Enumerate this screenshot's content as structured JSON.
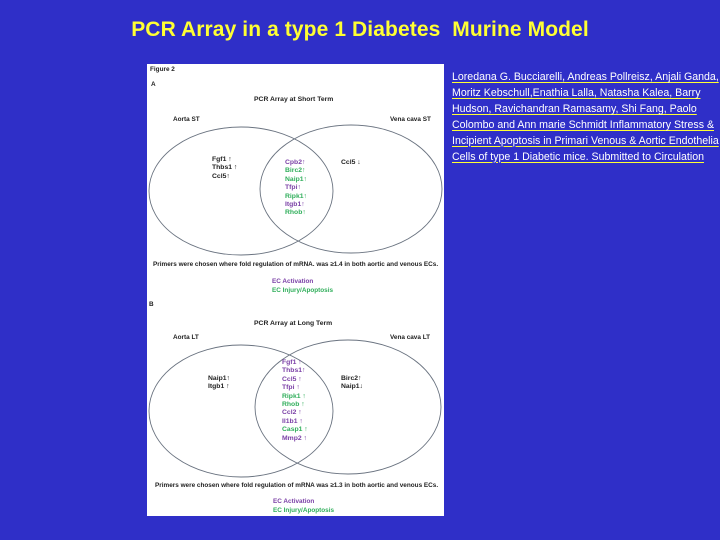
{
  "slide": {
    "title": "PCR Array in a type 1 Diabetes  Murine Model",
    "title_color": "#ffff33",
    "background_color": "#2f2fc8"
  },
  "citation": {
    "text": "Loredana G. Bucciarelli, Andreas Pollreisz, Anjali Ganda, Moritz Kebschull,Enathia Lalla, Natasha Kalea, Barry Hudson, Ravichandran Ramasamy, Shi Fang, Paolo Colombo and Ann marie Schmidt Inflammatory Stress & Incipient Apoptosis in Primari Venous & Aortic Endothelia Cells of type 1 Diabetic mice. Submitted to Circulation"
  },
  "figure": {
    "label": "Figure 2",
    "colors": {
      "activation": "#7a3fa6",
      "injury": "#2fae5a"
    },
    "panel_a": {
      "letter": "A",
      "title": "PCR Array at Short Term",
      "left_set_label": "Aorta ST",
      "right_set_label": "Vena cava ST",
      "left_only": [
        {
          "gene": "Fgf1 ↑",
          "category": "dark"
        },
        {
          "gene": "Thbs1 ↑",
          "category": "dark"
        },
        {
          "gene": "Ccl5↑",
          "category": "dark"
        }
      ],
      "intersection": [
        {
          "gene": "Cpb2↑",
          "category": "purple"
        },
        {
          "gene": "Birc2↑",
          "category": "green"
        },
        {
          "gene": "Naip1↑",
          "category": "green"
        },
        {
          "gene": "Tfpi↑",
          "category": "purple"
        },
        {
          "gene": "Ripk1↑",
          "category": "green"
        },
        {
          "gene": "Itgb1↑",
          "category": "purple"
        },
        {
          "gene": "Rhob↑",
          "category": "green"
        }
      ],
      "right_only": [
        {
          "gene": "Ccl5 ↓",
          "category": "dark"
        }
      ],
      "note": "Primers were chosen where fold regulation of mRNA. was ≥1.4 in both aortic and venous ECs.",
      "legend": {
        "activation": "EC Activation",
        "injury": "EC Injury/Apoptosis"
      }
    },
    "panel_b": {
      "letter": "B",
      "title": "PCR Array at Long Term",
      "left_set_label": "Aorta LT",
      "right_set_label": "Vena cava LT",
      "left_only": [
        {
          "gene": "Naip1↑",
          "category": "dark"
        },
        {
          "gene": "Itgb1 ↑",
          "category": "dark"
        }
      ],
      "intersection": [
        {
          "gene": "Fgf1 ↑",
          "category": "purple"
        },
        {
          "gene": "Thbs1↑",
          "category": "purple"
        },
        {
          "gene": "Ccl5 ↑",
          "category": "purple"
        },
        {
          "gene": "Tfpi ↑",
          "category": "purple"
        },
        {
          "gene": "Ripk1 ↑",
          "category": "green"
        },
        {
          "gene": "Rhob ↑",
          "category": "green"
        },
        {
          "gene": "Ccl2 ↑",
          "category": "purple"
        },
        {
          "gene": "Il1b1 ↑",
          "category": "purple"
        },
        {
          "gene": "Casp1 ↑",
          "category": "green"
        },
        {
          "gene": "Mmp2 ↑",
          "category": "purple"
        }
      ],
      "right_only": [
        {
          "gene": "Birc2↑",
          "category": "dark"
        },
        {
          "gene": "Naip1↓",
          "category": "dark"
        }
      ],
      "note": "Primers were chosen where fold regulation of mRNA  was ≥1.3 in both aortic and venous ECs.",
      "legend": {
        "activation": "EC Activation",
        "injury": "EC Injury/Apoptosis"
      }
    }
  }
}
